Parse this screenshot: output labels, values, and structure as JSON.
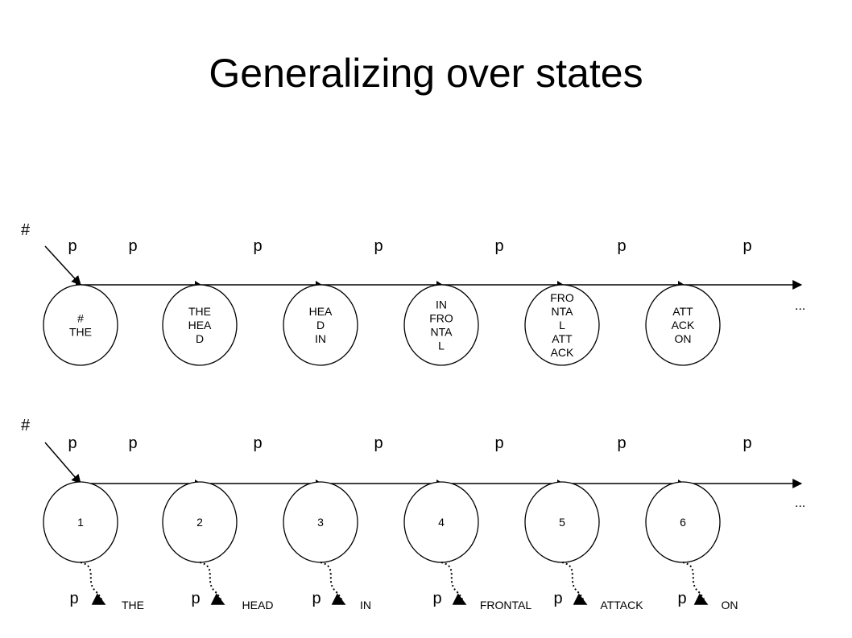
{
  "title": "Generalizing over states",
  "top_chain": {
    "start_label": "#",
    "p_labels": [
      "p",
      "p",
      "p",
      "p",
      "p",
      "p",
      "p"
    ],
    "states": [
      [
        "#",
        "THE"
      ],
      [
        "THE",
        "HEA",
        "D"
      ],
      [
        "HEA",
        "D",
        "IN"
      ],
      [
        "IN",
        "FRO",
        "NTA",
        "L"
      ],
      [
        "FRO",
        "NTA",
        "L",
        "ATT",
        "ACK"
      ],
      [
        "ATT",
        "ACK",
        "ON"
      ]
    ],
    "ellipsis": "..."
  },
  "bottom_chain": {
    "start_label": "#",
    "p_labels": [
      "p",
      "p",
      "p",
      "p",
      "p",
      "p",
      "p"
    ],
    "states": [
      "1",
      "2",
      "3",
      "4",
      "5",
      "6"
    ],
    "emission_p_labels": [
      "p",
      "p",
      "p",
      "p",
      "p",
      "p"
    ],
    "emissions": [
      "THE",
      "HEAD",
      "IN",
      "FRONTAL",
      "ATTACK",
      "ON"
    ],
    "ellipsis": "..."
  }
}
